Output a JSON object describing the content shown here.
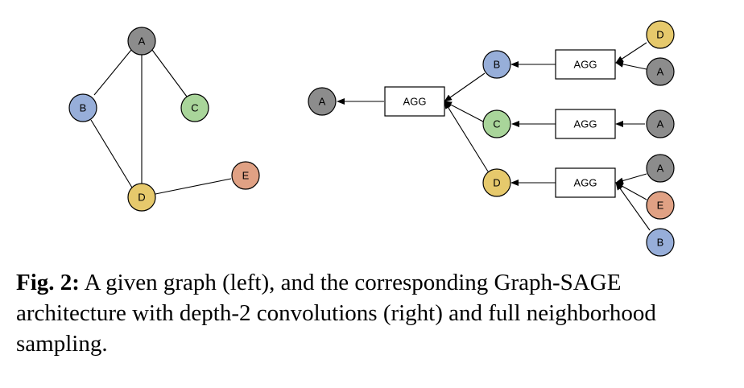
{
  "colors": {
    "A": "#8c8c8c",
    "B": "#97aed9",
    "C": "#a9d59a",
    "D": "#e6c96c",
    "E": "#e0a184"
  },
  "graph": {
    "nodes": [
      "A",
      "B",
      "C",
      "D",
      "E"
    ],
    "edges": [
      [
        "A",
        "B"
      ],
      [
        "A",
        "C"
      ],
      [
        "A",
        "D"
      ],
      [
        "B",
        "D"
      ],
      [
        "D",
        "E"
      ]
    ]
  },
  "architecture": {
    "agg_label": "AGG",
    "root": "A",
    "layer1": [
      {
        "node": "B",
        "neighbors": [
          "D",
          "A"
        ]
      },
      {
        "node": "C",
        "neighbors": [
          "A"
        ]
      },
      {
        "node": "D",
        "neighbors": [
          "A",
          "E",
          "B"
        ]
      }
    ]
  },
  "caption": {
    "label": "Fig. 2:",
    "text": " A given graph (left), and the corresponding Graph-SAGE architecture with depth-2 convolutions (right) and full neighborhood sampling."
  }
}
